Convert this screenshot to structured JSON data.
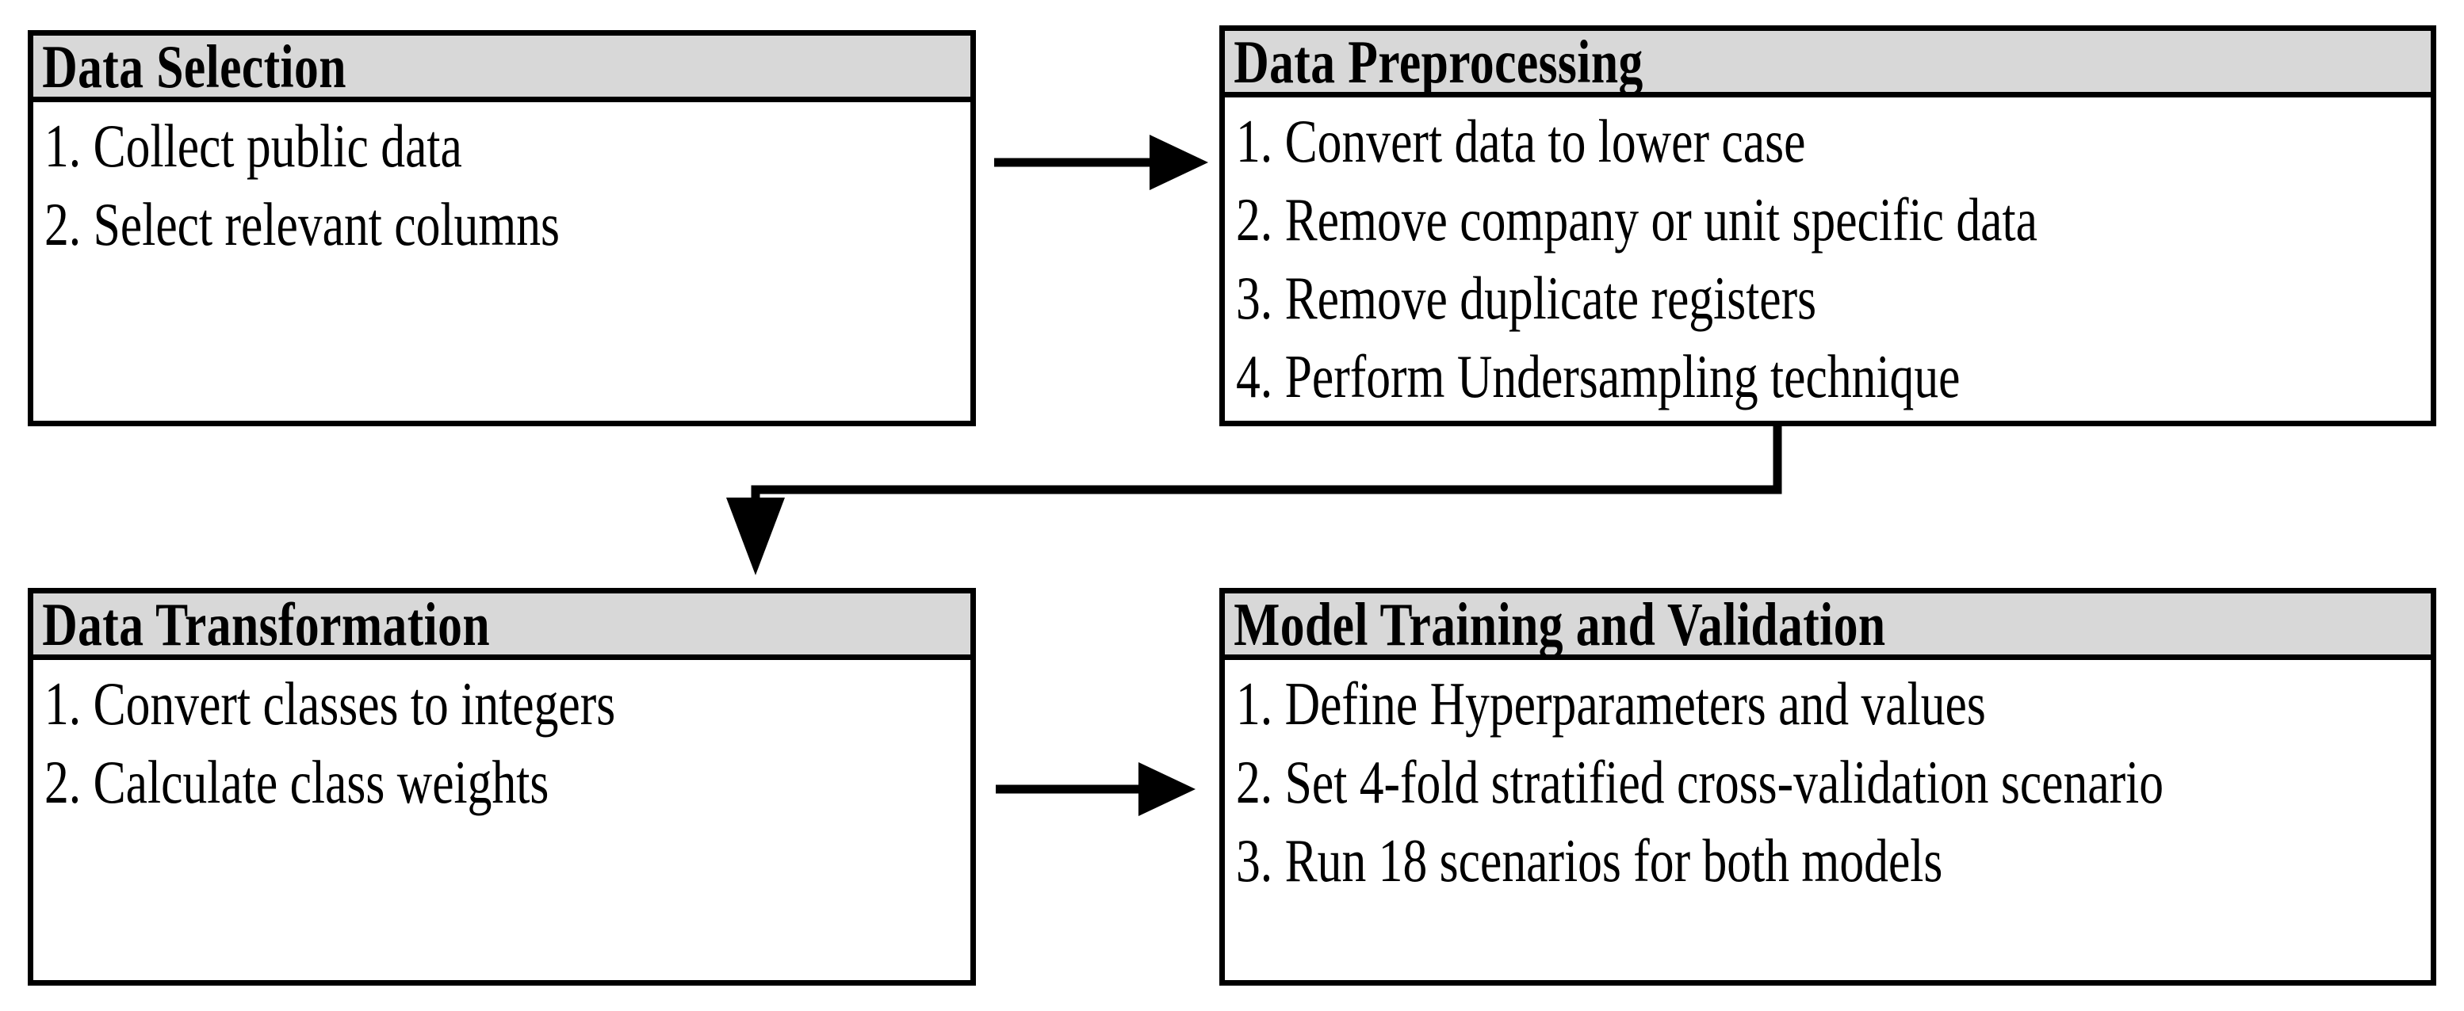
{
  "diagram": {
    "title": "Data mining pipeline flowchart",
    "background_color": "#ffffff",
    "header_fill": "#d8d8d8",
    "stroke_color": "#000000",
    "boxes": [
      {
        "id": "data-selection",
        "header": "Data Selection",
        "items": [
          "1. Collect public data",
          "2. Select relevant columns"
        ]
      },
      {
        "id": "data-preprocessing",
        "header": "Data Preprocessing",
        "items": [
          "1. Convert data to lower case",
          "2. Remove company or unit specific data",
          "3. Remove duplicate registers",
          "4. Perform Undersampling technique"
        ]
      },
      {
        "id": "data-transformation",
        "header": "Data Transformation",
        "items": [
          "1. Convert classes to integers",
          "2. Calculate class weights"
        ]
      },
      {
        "id": "model-training-and-validation",
        "header": "Model Training and Validation",
        "items": [
          "1. Define Hyperparameters and values",
          "2. Set 4-fold stratified cross-validation scenario",
          "3. Run 18 scenarios for both models"
        ]
      }
    ],
    "connectors": [
      {
        "id": "selection-to-preprocessing",
        "from": "data-selection",
        "to": "data-preprocessing",
        "style": "straight-horizontal-arrow"
      },
      {
        "id": "preprocessing-to-transformation",
        "from": "data-preprocessing",
        "to": "data-transformation",
        "style": "elbow-down-left-down-arrow"
      },
      {
        "id": "transformation-to-model-training",
        "from": "data-transformation",
        "to": "model-training-and-validation",
        "style": "straight-horizontal-arrow"
      }
    ]
  }
}
